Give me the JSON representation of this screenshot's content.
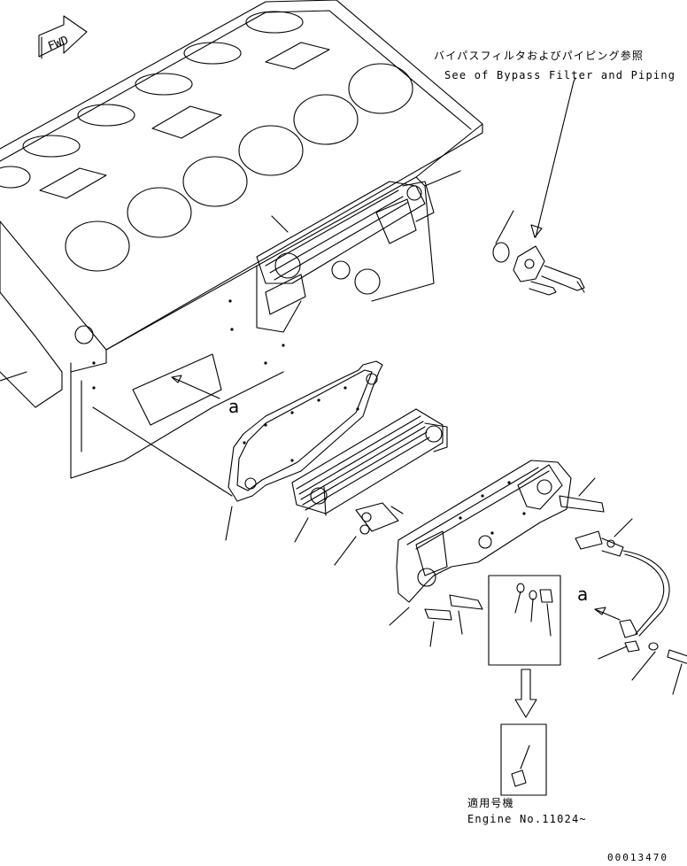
{
  "diagram": {
    "fwd_badge": "FWD",
    "bypass_note": {
      "jp": "バイパスフィルタおよびパイピング参照",
      "en": "See of Bypass Filter and Piping"
    },
    "view_marker": "a",
    "serial_note": {
      "jp": "適用号機",
      "en": "Engine No.11024~"
    },
    "drawing_number": "00013470"
  }
}
